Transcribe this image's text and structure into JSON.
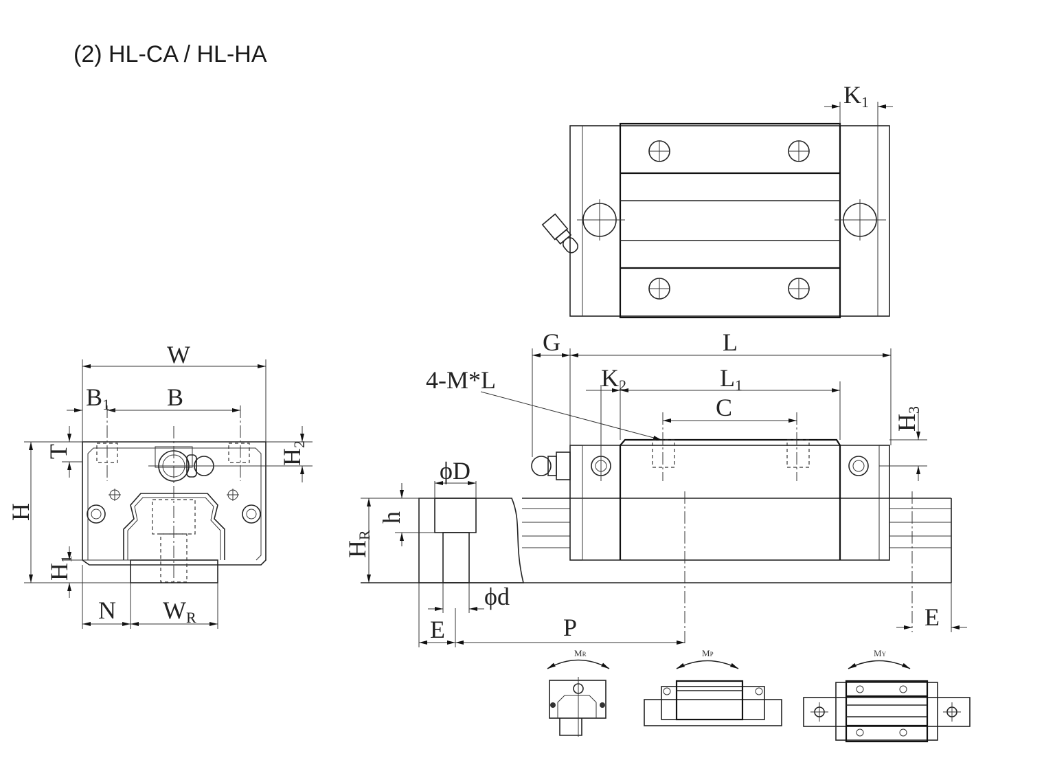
{
  "title": "(2) HL-CA / HL-HA",
  "labels": {
    "W": {
      "main": "W"
    },
    "B1": {
      "main": "B",
      "sub": "1"
    },
    "B": {
      "main": "B"
    },
    "T": {
      "main": "T"
    },
    "H": {
      "main": "H"
    },
    "H2": {
      "main": "H",
      "sub": "2"
    },
    "H1": {
      "main": "H",
      "sub": "1"
    },
    "N": {
      "main": "N"
    },
    "WR": {
      "main": "W",
      "sub": "R"
    },
    "K1": {
      "main": "K",
      "sub": "1"
    },
    "G": {
      "main": "G"
    },
    "L": {
      "main": "L"
    },
    "ML": {
      "main": "4-M*L"
    },
    "K2": {
      "main": "K",
      "sub": "2"
    },
    "L1": {
      "main": "L",
      "sub": "1"
    },
    "C": {
      "main": "C"
    },
    "H3": {
      "main": "H",
      "sub": "3"
    },
    "PhiD": {
      "main": "ϕD"
    },
    "h": {
      "main": "h"
    },
    "HR": {
      "main": "H",
      "sub": "R"
    },
    "Phid": {
      "main": "ϕd"
    },
    "E_left": {
      "main": "E"
    },
    "P": {
      "main": "P"
    },
    "E_right": {
      "main": "E"
    },
    "MR": {
      "main": "M",
      "sub": "R"
    },
    "MP": {
      "main": "M",
      "sub": "P"
    },
    "MY": {
      "main": "M",
      "sub": "Y"
    }
  }
}
